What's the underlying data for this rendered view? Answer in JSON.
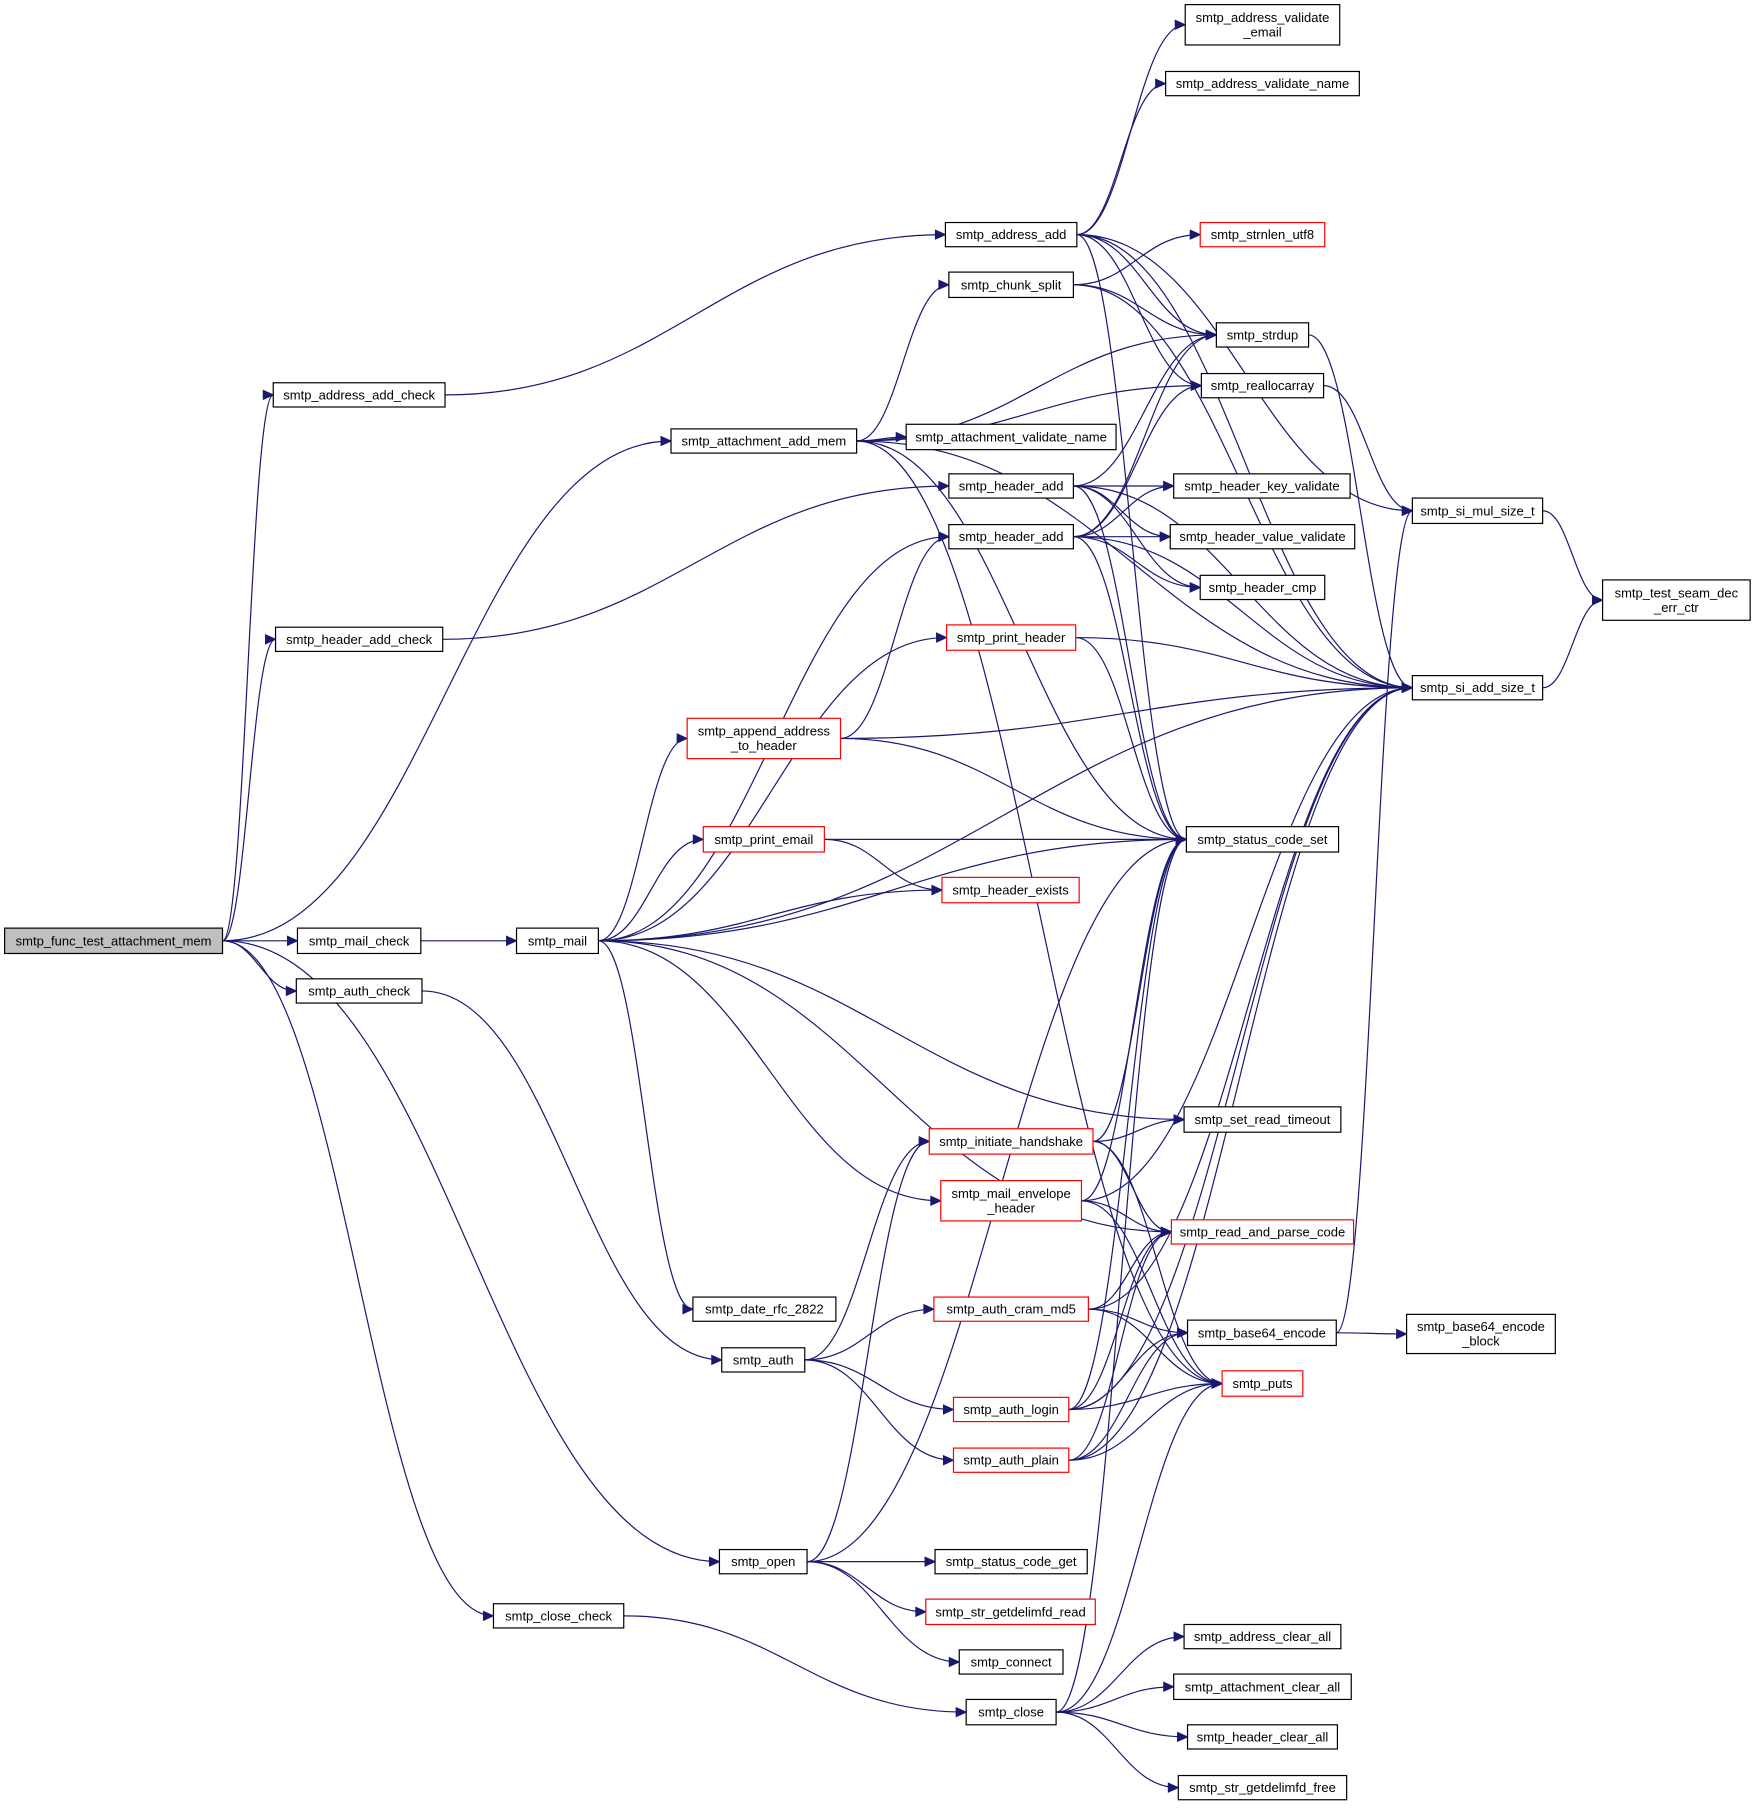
{
  "colors": {
    "edge": "#191970",
    "border_normal": "#000000",
    "border_truncated": "#ff0000",
    "root_fill": "#bfbfbf",
    "fill": "#ffffff"
  },
  "nodes": [
    {
      "id": "root",
      "lines": [
        "smtp_func_test_attachment_mem"
      ],
      "style": "root"
    },
    {
      "id": "address_add_check",
      "lines": [
        "smtp_address_add_check"
      ],
      "style": "normal"
    },
    {
      "id": "header_add_check",
      "lines": [
        "smtp_header_add_check"
      ],
      "style": "normal"
    },
    {
      "id": "mail_check",
      "lines": [
        "smtp_mail_check"
      ],
      "style": "normal"
    },
    {
      "id": "auth_check",
      "lines": [
        "smtp_auth_check"
      ],
      "style": "normal"
    },
    {
      "id": "close_check",
      "lines": [
        "smtp_close_check"
      ],
      "style": "normal"
    },
    {
      "id": "attachment_add_mem",
      "lines": [
        "smtp_attachment_add_mem"
      ],
      "style": "normal"
    },
    {
      "id": "mail",
      "lines": [
        "smtp_mail"
      ],
      "style": "normal"
    },
    {
      "id": "append_address",
      "lines": [
        "smtp_append_address",
        "_to_header"
      ],
      "style": "truncated"
    },
    {
      "id": "print_email",
      "lines": [
        "smtp_print_email"
      ],
      "style": "truncated"
    },
    {
      "id": "date_rfc",
      "lines": [
        "smtp_date_rfc_2822"
      ],
      "style": "normal"
    },
    {
      "id": "auth",
      "lines": [
        "smtp_auth"
      ],
      "style": "normal"
    },
    {
      "id": "open",
      "lines": [
        "smtp_open"
      ],
      "style": "normal"
    },
    {
      "id": "address_add",
      "lines": [
        "smtp_address_add"
      ],
      "style": "normal"
    },
    {
      "id": "chunk_split",
      "lines": [
        "smtp_chunk_split"
      ],
      "style": "normal"
    },
    {
      "id": "attachment_validate_name",
      "lines": [
        "smtp_attachment_validate_name"
      ],
      "style": "normal"
    },
    {
      "id": "header_add1",
      "lines": [
        "smtp_header_add"
      ],
      "style": "normal"
    },
    {
      "id": "header_add2",
      "lines": [
        "smtp_header_add"
      ],
      "style": "normal"
    },
    {
      "id": "print_header",
      "lines": [
        "smtp_print_header"
      ],
      "style": "truncated"
    },
    {
      "id": "header_exists",
      "lines": [
        "smtp_header_exists"
      ],
      "style": "truncated"
    },
    {
      "id": "initiate_handshake",
      "lines": [
        "smtp_initiate_handshake"
      ],
      "style": "truncated"
    },
    {
      "id": "mail_envelope",
      "lines": [
        "smtp_mail_envelope",
        "_header"
      ],
      "style": "truncated"
    },
    {
      "id": "auth_cram",
      "lines": [
        "smtp_auth_cram_md5"
      ],
      "style": "truncated"
    },
    {
      "id": "auth_login",
      "lines": [
        "smtp_auth_login"
      ],
      "style": "truncated"
    },
    {
      "id": "auth_plain",
      "lines": [
        "smtp_auth_plain"
      ],
      "style": "truncated"
    },
    {
      "id": "status_code_get",
      "lines": [
        "smtp_status_code_get"
      ],
      "style": "normal"
    },
    {
      "id": "str_getdelimfd_read",
      "lines": [
        "smtp_str_getdelimfd_read"
      ],
      "style": "truncated"
    },
    {
      "id": "connect",
      "lines": [
        "smtp_connect"
      ],
      "style": "normal"
    },
    {
      "id": "close",
      "lines": [
        "smtp_close"
      ],
      "style": "normal"
    },
    {
      "id": "address_validate_email",
      "lines": [
        "smtp_address_validate",
        "_email"
      ],
      "style": "normal"
    },
    {
      "id": "address_validate_name",
      "lines": [
        "smtp_address_validate_name"
      ],
      "style": "normal"
    },
    {
      "id": "strnlen_utf8",
      "lines": [
        "smtp_strnlen_utf8"
      ],
      "style": "truncated"
    },
    {
      "id": "strdup",
      "lines": [
        "smtp_strdup"
      ],
      "style": "normal"
    },
    {
      "id": "reallocarray",
      "lines": [
        "smtp_reallocarray"
      ],
      "style": "normal"
    },
    {
      "id": "header_key_validate",
      "lines": [
        "smtp_header_key_validate"
      ],
      "style": "normal"
    },
    {
      "id": "header_value_validate",
      "lines": [
        "smtp_header_value_validate"
      ],
      "style": "normal"
    },
    {
      "id": "header_cmp",
      "lines": [
        "smtp_header_cmp"
      ],
      "style": "normal"
    },
    {
      "id": "status_code_set",
      "lines": [
        "smtp_status_code_set"
      ],
      "style": "normal"
    },
    {
      "id": "set_read_timeout",
      "lines": [
        "smtp_set_read_timeout"
      ],
      "style": "normal"
    },
    {
      "id": "read_and_parse",
      "lines": [
        "smtp_read_and_parse_code"
      ],
      "style": "truncated"
    },
    {
      "id": "base64_encode",
      "lines": [
        "smtp_base64_encode"
      ],
      "style": "normal"
    },
    {
      "id": "puts",
      "lines": [
        "smtp_puts"
      ],
      "style": "truncated"
    },
    {
      "id": "address_clear_all",
      "lines": [
        "smtp_address_clear_all"
      ],
      "style": "normal"
    },
    {
      "id": "attachment_clear_all",
      "lines": [
        "smtp_attachment_clear_all"
      ],
      "style": "normal"
    },
    {
      "id": "header_clear_all",
      "lines": [
        "smtp_header_clear_all"
      ],
      "style": "normal"
    },
    {
      "id": "str_getdelimfd_free",
      "lines": [
        "smtp_str_getdelimfd_free"
      ],
      "style": "normal"
    },
    {
      "id": "si_mul",
      "lines": [
        "smtp_si_mul_size_t"
      ],
      "style": "normal"
    },
    {
      "id": "si_add",
      "lines": [
        "smtp_si_add_size_t"
      ],
      "style": "normal"
    },
    {
      "id": "base64_block",
      "lines": [
        "smtp_base64_encode",
        "_block"
      ],
      "style": "normal"
    },
    {
      "id": "test_seam",
      "lines": [
        "smtp_test_seam_dec",
        "_err_ctr"
      ],
      "style": "normal"
    }
  ],
  "edges": [
    [
      "root",
      "address_add_check"
    ],
    [
      "root",
      "attachment_add_mem"
    ],
    [
      "root",
      "header_add_check"
    ],
    [
      "root",
      "mail_check"
    ],
    [
      "root",
      "auth_check"
    ],
    [
      "root",
      "open"
    ],
    [
      "root",
      "close_check"
    ],
    [
      "address_add_check",
      "address_add"
    ],
    [
      "header_add_check",
      "header_add1"
    ],
    [
      "mail_check",
      "mail"
    ],
    [
      "auth_check",
      "auth"
    ],
    [
      "close_check",
      "close"
    ],
    [
      "attachment_add_mem",
      "chunk_split"
    ],
    [
      "attachment_add_mem",
      "strdup"
    ],
    [
      "attachment_add_mem",
      "reallocarray"
    ],
    [
      "attachment_add_mem",
      "attachment_validate_name"
    ],
    [
      "attachment_add_mem",
      "si_add"
    ],
    [
      "attachment_add_mem",
      "status_code_set"
    ],
    [
      "attachment_add_mem",
      "puts"
    ],
    [
      "mail",
      "header_add2"
    ],
    [
      "mail",
      "print_header"
    ],
    [
      "mail",
      "append_address"
    ],
    [
      "mail",
      "print_email"
    ],
    [
      "mail",
      "header_exists"
    ],
    [
      "mail",
      "status_code_set"
    ],
    [
      "mail",
      "set_read_timeout"
    ],
    [
      "mail",
      "mail_envelope"
    ],
    [
      "mail",
      "read_and_parse"
    ],
    [
      "mail",
      "date_rfc"
    ],
    [
      "mail",
      "si_add"
    ],
    [
      "append_address",
      "header_add2"
    ],
    [
      "append_address",
      "status_code_set"
    ],
    [
      "append_address",
      "si_add"
    ],
    [
      "print_email",
      "status_code_set"
    ],
    [
      "print_email",
      "header_exists"
    ],
    [
      "auth",
      "initiate_handshake"
    ],
    [
      "auth",
      "auth_cram"
    ],
    [
      "auth",
      "auth_login"
    ],
    [
      "auth",
      "auth_plain"
    ],
    [
      "open",
      "status_code_set"
    ],
    [
      "open",
      "status_code_get"
    ],
    [
      "open",
      "str_getdelimfd_read"
    ],
    [
      "open",
      "connect"
    ],
    [
      "open",
      "initiate_handshake"
    ],
    [
      "address_add",
      "address_validate_email"
    ],
    [
      "address_add",
      "address_validate_name"
    ],
    [
      "address_add",
      "si_mul"
    ],
    [
      "address_add",
      "strdup"
    ],
    [
      "address_add",
      "reallocarray"
    ],
    [
      "address_add",
      "si_add"
    ],
    [
      "address_add",
      "status_code_set"
    ],
    [
      "chunk_split",
      "strnlen_utf8"
    ],
    [
      "chunk_split",
      "strdup"
    ],
    [
      "chunk_split",
      "si_add"
    ],
    [
      "header_add1",
      "strdup"
    ],
    [
      "header_add1",
      "header_key_validate"
    ],
    [
      "header_add1",
      "header_value_validate"
    ],
    [
      "header_add1",
      "header_cmp"
    ],
    [
      "header_add1",
      "status_code_set"
    ],
    [
      "header_add1",
      "si_add"
    ],
    [
      "header_add2",
      "strdup"
    ],
    [
      "header_add2",
      "reallocarray"
    ],
    [
      "header_add2",
      "header_key_validate"
    ],
    [
      "header_add2",
      "header_value_validate"
    ],
    [
      "header_add2",
      "header_cmp"
    ],
    [
      "header_add2",
      "status_code_set"
    ],
    [
      "header_add2",
      "si_add"
    ],
    [
      "print_header",
      "status_code_set"
    ],
    [
      "print_header",
      "si_add"
    ],
    [
      "initiate_handshake",
      "status_code_set"
    ],
    [
      "initiate_handshake",
      "set_read_timeout"
    ],
    [
      "initiate_handshake",
      "read_and_parse"
    ],
    [
      "initiate_handshake",
      "puts"
    ],
    [
      "mail_envelope",
      "status_code_set"
    ],
    [
      "mail_envelope",
      "read_and_parse"
    ],
    [
      "mail_envelope",
      "puts"
    ],
    [
      "mail_envelope",
      "si_add"
    ],
    [
      "auth_cram",
      "read_and_parse"
    ],
    [
      "auth_cram",
      "base64_encode"
    ],
    [
      "auth_cram",
      "puts"
    ],
    [
      "auth_cram",
      "si_add"
    ],
    [
      "auth_login",
      "status_code_set"
    ],
    [
      "auth_login",
      "read_and_parse"
    ],
    [
      "auth_login",
      "base64_encode"
    ],
    [
      "auth_login",
      "puts"
    ],
    [
      "auth_login",
      "si_add"
    ],
    [
      "auth_plain",
      "read_and_parse"
    ],
    [
      "auth_plain",
      "base64_encode"
    ],
    [
      "auth_plain",
      "puts"
    ],
    [
      "auth_plain",
      "si_add"
    ],
    [
      "close",
      "address_clear_all"
    ],
    [
      "close",
      "attachment_clear_all"
    ],
    [
      "close",
      "header_clear_all"
    ],
    [
      "close",
      "str_getdelimfd_free"
    ],
    [
      "close",
      "puts"
    ],
    [
      "close",
      "status_code_set"
    ],
    [
      "strdup",
      "si_add"
    ],
    [
      "reallocarray",
      "si_mul"
    ],
    [
      "base64_encode",
      "base64_block"
    ],
    [
      "base64_encode",
      "si_mul"
    ],
    [
      "si_mul",
      "test_seam"
    ],
    [
      "si_add",
      "test_seam"
    ]
  ]
}
